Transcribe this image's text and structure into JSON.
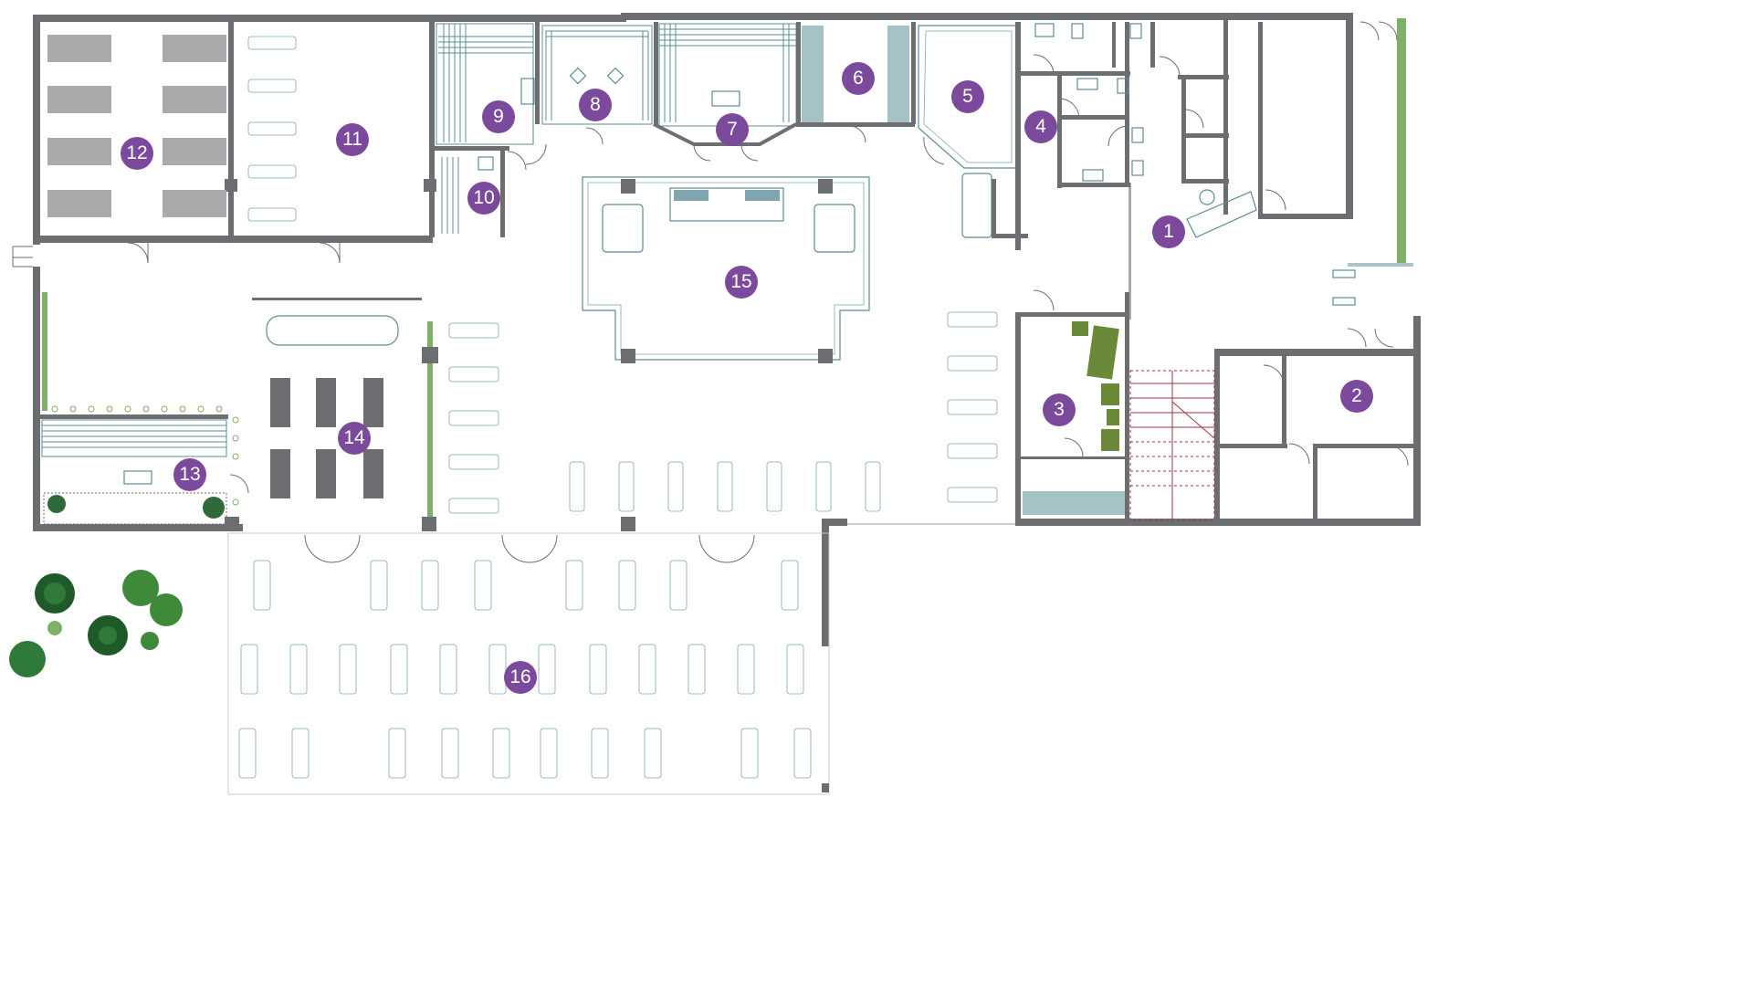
{
  "colors": {
    "marker": "#7b4a9c",
    "wall": "#6d6e71",
    "fixture": "#5b8c97",
    "treatment_table": "#a9aaac",
    "green": "#6a8a3a",
    "stair": "#a3323f"
  },
  "markers": [
    {
      "id": "1",
      "label": "1"
    },
    {
      "id": "2",
      "label": "2"
    },
    {
      "id": "3",
      "label": "3"
    },
    {
      "id": "4",
      "label": "4"
    },
    {
      "id": "5",
      "label": "5"
    },
    {
      "id": "6",
      "label": "6"
    },
    {
      "id": "7",
      "label": "7"
    },
    {
      "id": "8",
      "label": "8"
    },
    {
      "id": "9",
      "label": "9"
    },
    {
      "id": "10",
      "label": "10"
    },
    {
      "id": "11",
      "label": "11"
    },
    {
      "id": "12",
      "label": "12"
    },
    {
      "id": "13",
      "label": "13"
    },
    {
      "id": "14",
      "label": "14"
    },
    {
      "id": "15",
      "label": "15"
    },
    {
      "id": "16",
      "label": "16"
    }
  ]
}
